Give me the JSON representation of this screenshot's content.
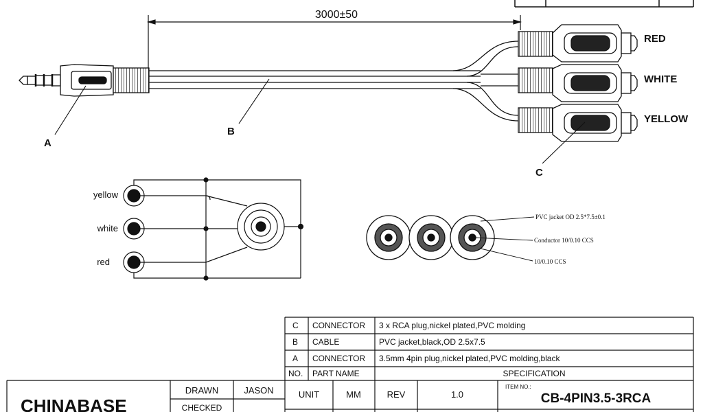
{
  "drawing": {
    "dimension": "3000±50",
    "callouts": {
      "a": "A",
      "b": "B",
      "c": "C"
    },
    "plug_colors": {
      "top": "RED",
      "middle": "WHITE",
      "bottom": "YELLOW"
    },
    "schematic_labels": {
      "yellow": "yellow",
      "white": "white",
      "red": "red"
    },
    "cable_section": {
      "jacket": "PVC jacket OD 2.5*7.5±0.1",
      "conductor": "Conductor 10/0.10 CCS",
      "shield": "10/0.10 CCS"
    }
  },
  "bom": {
    "rows": [
      {
        "no": "C",
        "part": "CONNECTOR",
        "spec": "3 x RCA plug,nickel plated,PVC molding"
      },
      {
        "no": "B",
        "part": "CABLE",
        "spec": "PVC jacket,black,OD 2.5x7.5"
      },
      {
        "no": "A",
        "part": "CONNECTOR",
        "spec": "3.5mm 4pin plug,nickel plated,PVC molding,black"
      }
    ],
    "header": {
      "no": "NO.",
      "part": "PART NAME",
      "spec": "SPECIFICATION"
    }
  },
  "title_block": {
    "company": "CHINABASE",
    "drawn_label": "DRAWN",
    "drawn_value": "JASON",
    "checked_label": "CHECKED",
    "unit_label": "UNIT",
    "unit_value": "MM",
    "rev_label": "REV",
    "rev_value": "1.0",
    "item_label": "ITEM NO.:",
    "item_value": "CB-4PIN3.5-3RCA"
  }
}
